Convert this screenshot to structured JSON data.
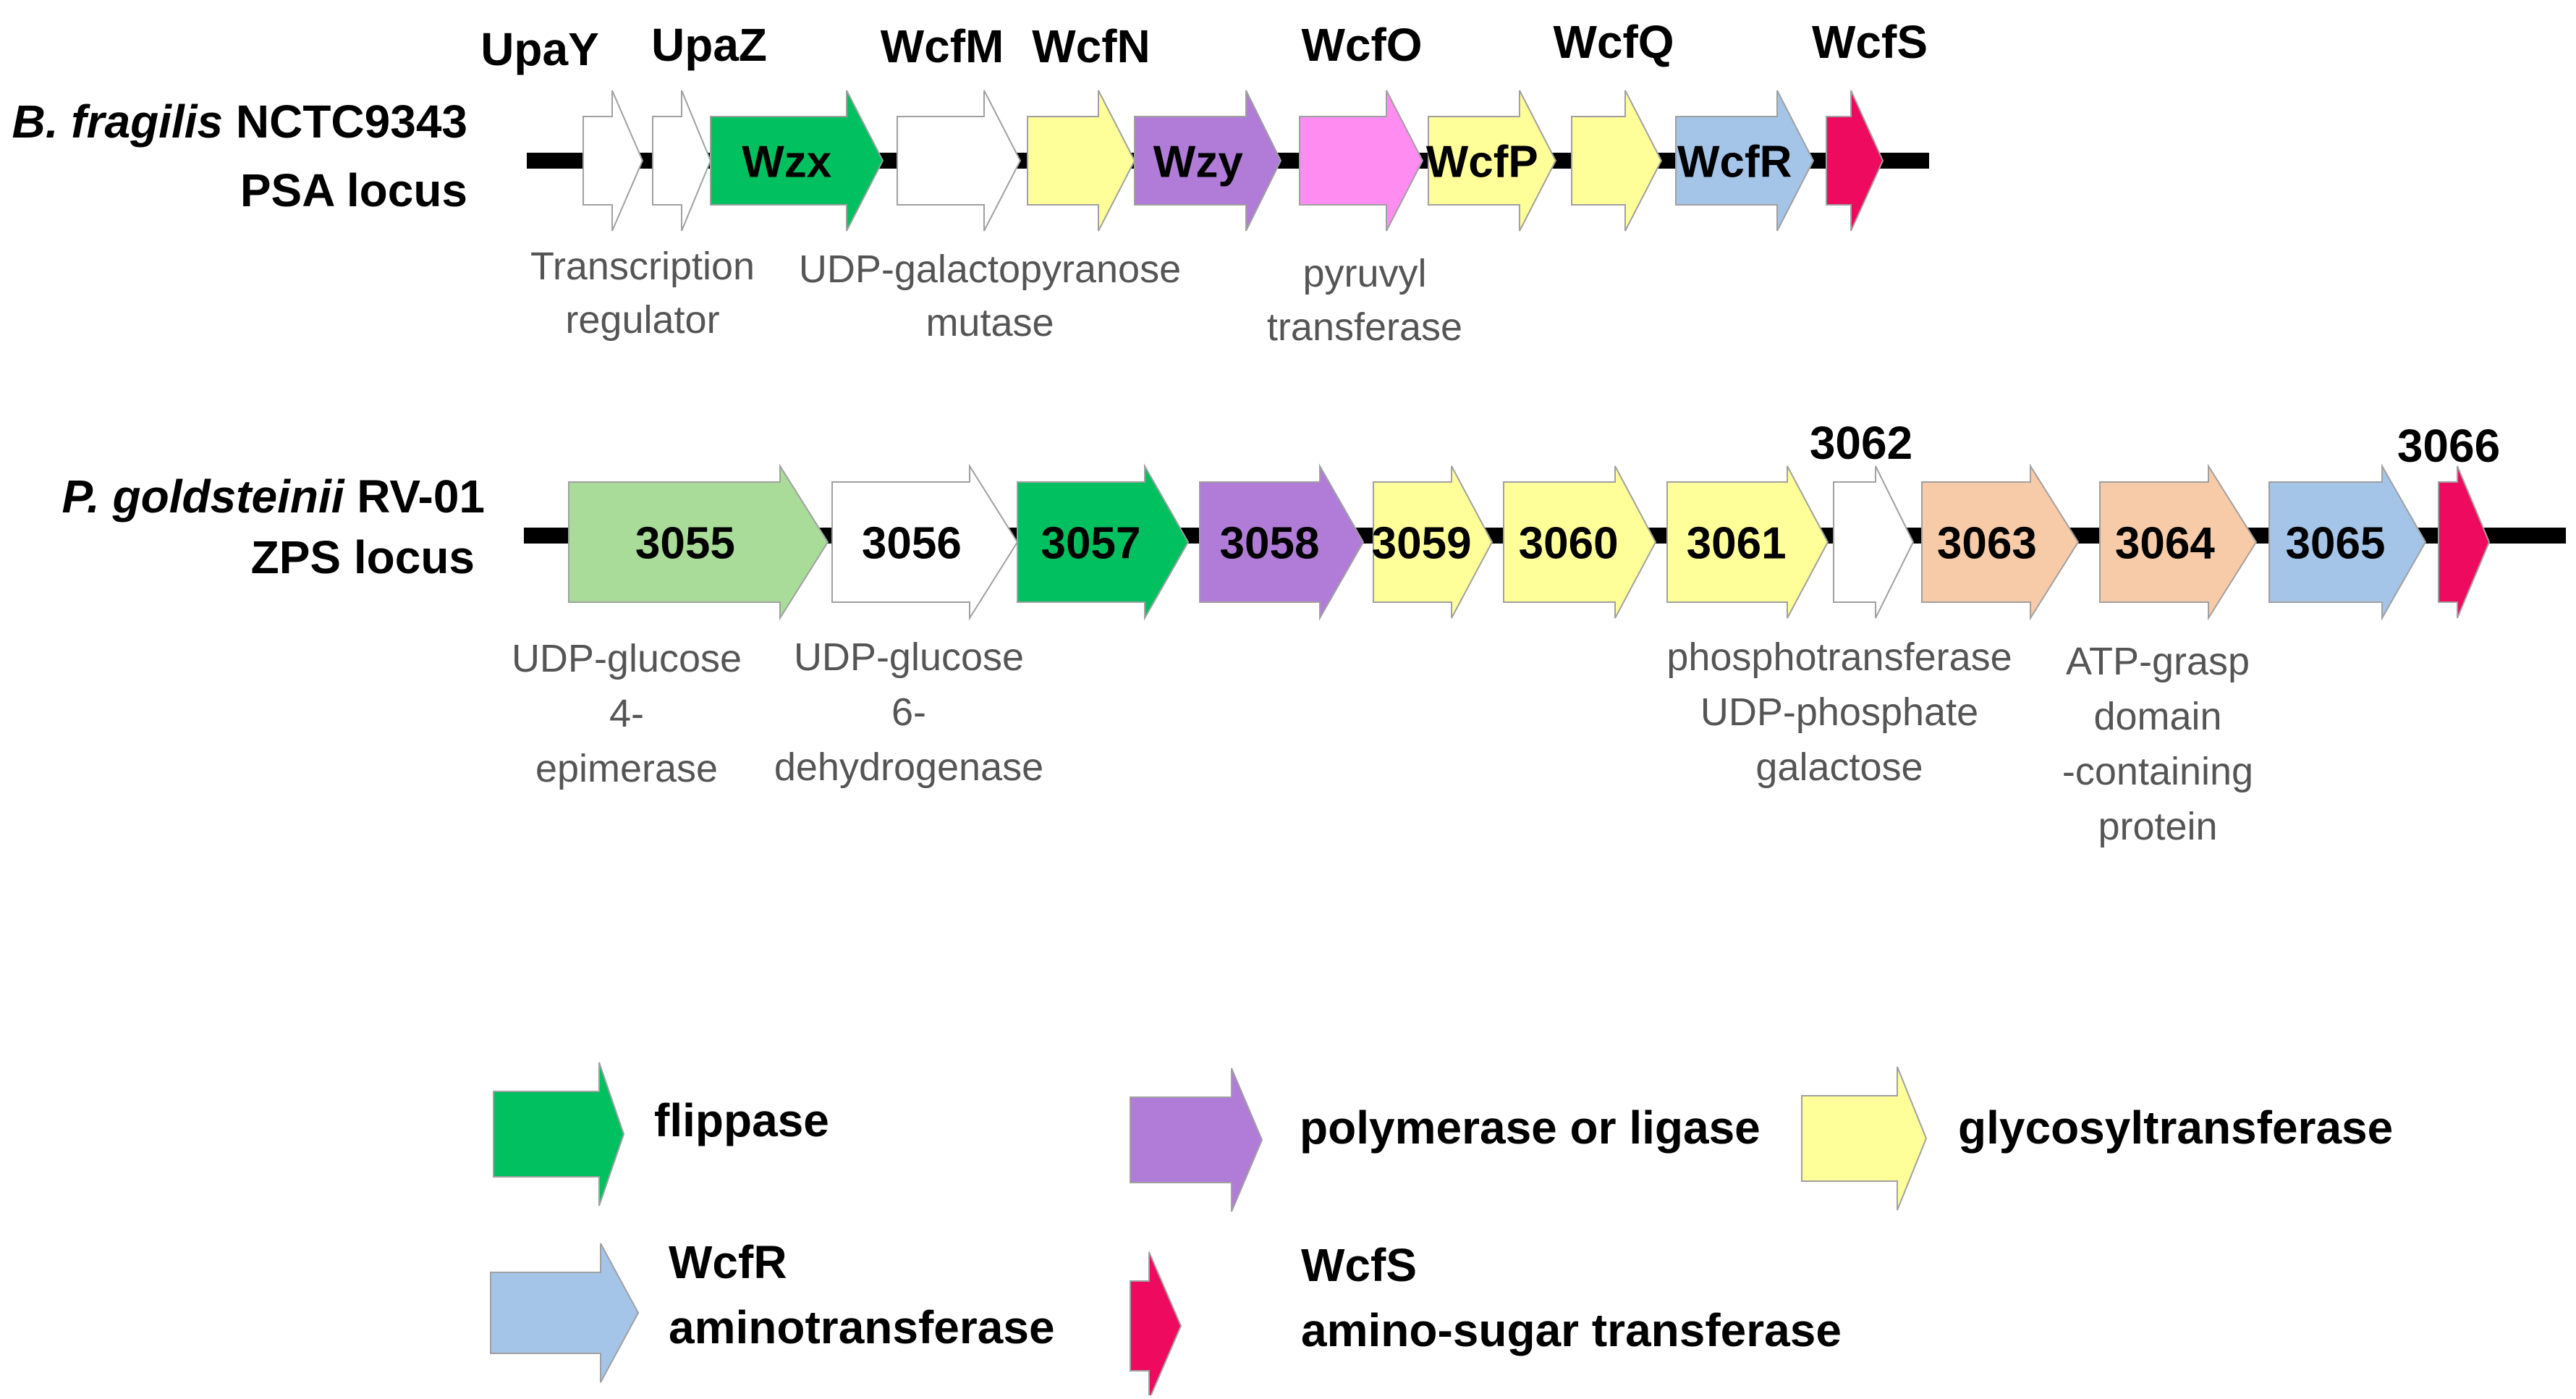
{
  "locus_psa": {
    "organism_italic": "B. fragilis",
    "strain": " NCTC9343",
    "locus": "PSA locus",
    "top_labels": [
      "UpaY",
      "UpaZ",
      "WcfM",
      "WcfN",
      "WcfO",
      "WcfQ",
      "WcfS"
    ],
    "genes": [
      {
        "label": "",
        "color": "#ffffff"
      },
      {
        "label": "",
        "color": "#ffffff"
      },
      {
        "label": "Wzx",
        "color": "#00c060"
      },
      {
        "label": "",
        "color": "#ffffff"
      },
      {
        "label": "",
        "color": "#ffff99"
      },
      {
        "label": "Wzy",
        "color": "#b07cd8"
      },
      {
        "label": "",
        "color": "#ff8cf0"
      },
      {
        "label": "WcfP",
        "color": "#ffff99"
      },
      {
        "label": "",
        "color": "#ffff99"
      },
      {
        "label": "WcfR",
        "color": "#a4c4e8"
      },
      {
        "label": "",
        "color": "#ee0a5e"
      }
    ],
    "descriptions": [
      {
        "lines": [
          "Transcription",
          "regulator"
        ]
      },
      {
        "lines": [
          "UDP-galactopyranose",
          "mutase"
        ]
      },
      {
        "lines": [
          "pyruvyl",
          "transferase"
        ]
      }
    ]
  },
  "locus_zps": {
    "organism_italic": "P. goldsteinii",
    "strain": " RV-01",
    "locus": "ZPS locus",
    "top_labels": [
      "3062",
      "3066"
    ],
    "genes": [
      {
        "label": "3055",
        "color": "#a8dc98"
      },
      {
        "label": "3056",
        "color": "#ffffff"
      },
      {
        "label": "3057",
        "color": "#00c060"
      },
      {
        "label": "3058",
        "color": "#b07cd8"
      },
      {
        "label": "3059",
        "color": "#ffff99"
      },
      {
        "label": "3060",
        "color": "#ffff99"
      },
      {
        "label": "3061",
        "color": "#ffff99"
      },
      {
        "label": "",
        "color": "#ffffff"
      },
      {
        "label": "3063",
        "color": "#f8cba8"
      },
      {
        "label": "3064",
        "color": "#f8cba8"
      },
      {
        "label": "3065",
        "color": "#a4c4e8"
      },
      {
        "label": "",
        "color": "#ee0a5e"
      }
    ],
    "descriptions": [
      {
        "lines": [
          "UDP-glucose",
          "4-",
          "epimerase"
        ]
      },
      {
        "lines": [
          "UDP-glucose",
          "6-",
          "dehydrogenase"
        ]
      },
      {
        "lines": [
          "phosphotransferase",
          "UDP-phosphate",
          "galactose"
        ]
      },
      {
        "lines": [
          "ATP-grasp",
          "domain",
          "-containing",
          "protein"
        ]
      }
    ]
  },
  "legend": [
    {
      "lines": [
        "flippase"
      ],
      "color": "#00c060"
    },
    {
      "lines": [
        "polymerase or ligase"
      ],
      "color": "#b07cd8"
    },
    {
      "lines": [
        "glycosyltransferase"
      ],
      "color": "#ffff99"
    },
    {
      "lines": [
        "WcfR",
        "aminotransferase"
      ],
      "color": "#a4c4e8"
    },
    {
      "lines": [
        "WcfS",
        "amino-sugar transferase"
      ],
      "color": "#ee0a5e"
    }
  ]
}
